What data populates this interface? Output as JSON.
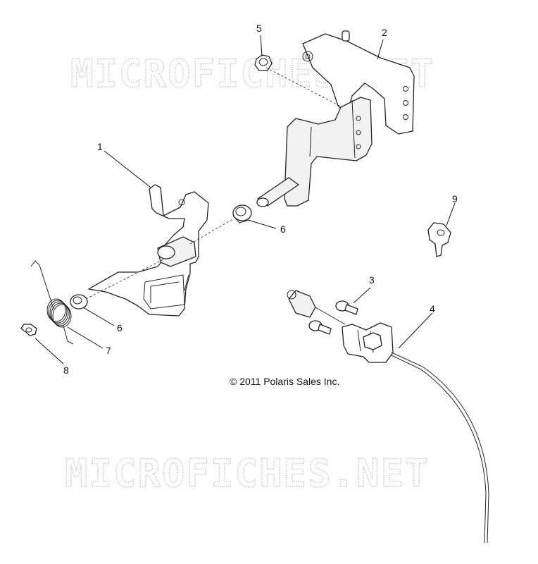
{
  "watermark": {
    "text": "MICROFICHES.NET"
  },
  "copyright": "© 2011 Polaris Sales Inc.",
  "callouts": {
    "c1": "1",
    "c2": "2",
    "c3": "3",
    "c4": "4",
    "c5": "5",
    "c6a": "6",
    "c6b": "6",
    "c7": "7",
    "c8": "8",
    "c9": "9"
  }
}
